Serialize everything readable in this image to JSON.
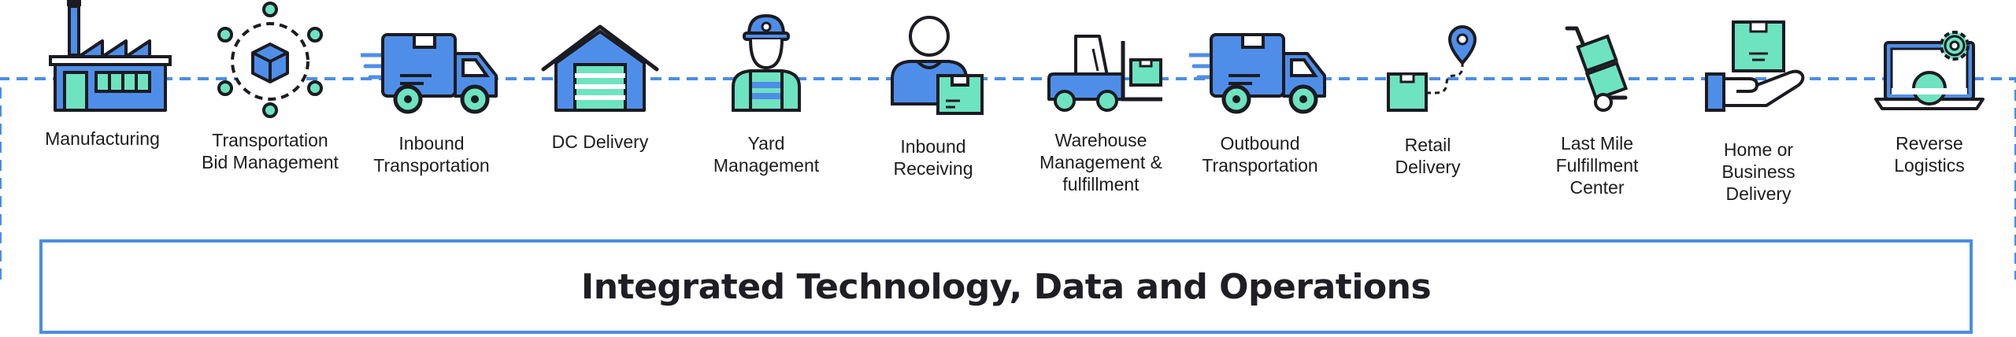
{
  "colors": {
    "blue": "#4f8ee8",
    "mint": "#6ee3c0",
    "dark": "#1b1b22",
    "dashed_line": "#4a8de6"
  },
  "steps": [
    {
      "label": "Manufacturing",
      "icon": "factory-icon"
    },
    {
      "label": "Transportation\nBid Management",
      "icon": "network-box-icon"
    },
    {
      "label": "Inbound\nTransportation",
      "icon": "delivery-truck-icon"
    },
    {
      "label": "DC Delivery",
      "icon": "warehouse-icon"
    },
    {
      "label": "Yard\nManagement",
      "icon": "worker-icon"
    },
    {
      "label": "Inbound\nReceiving",
      "icon": "person-with-box-icon"
    },
    {
      "label": "Warehouse\nManagement &\nfulfillment",
      "icon": "forklift-icon"
    },
    {
      "label": "Outbound\nTransportation",
      "icon": "delivery-truck-icon"
    },
    {
      "label": "Retail\nDelivery",
      "icon": "box-route-pin-icon"
    },
    {
      "label": "Last Mile\nFulfillment\nCenter",
      "icon": "hand-truck-icon"
    },
    {
      "label": "Home or\nBusiness\nDelivery",
      "icon": "hand-holding-box-icon"
    },
    {
      "label": "Reverse\nLogistics",
      "icon": "laptop-gears-icon"
    }
  ],
  "banner": {
    "title": "Integrated Technology, Data and Operations"
  }
}
